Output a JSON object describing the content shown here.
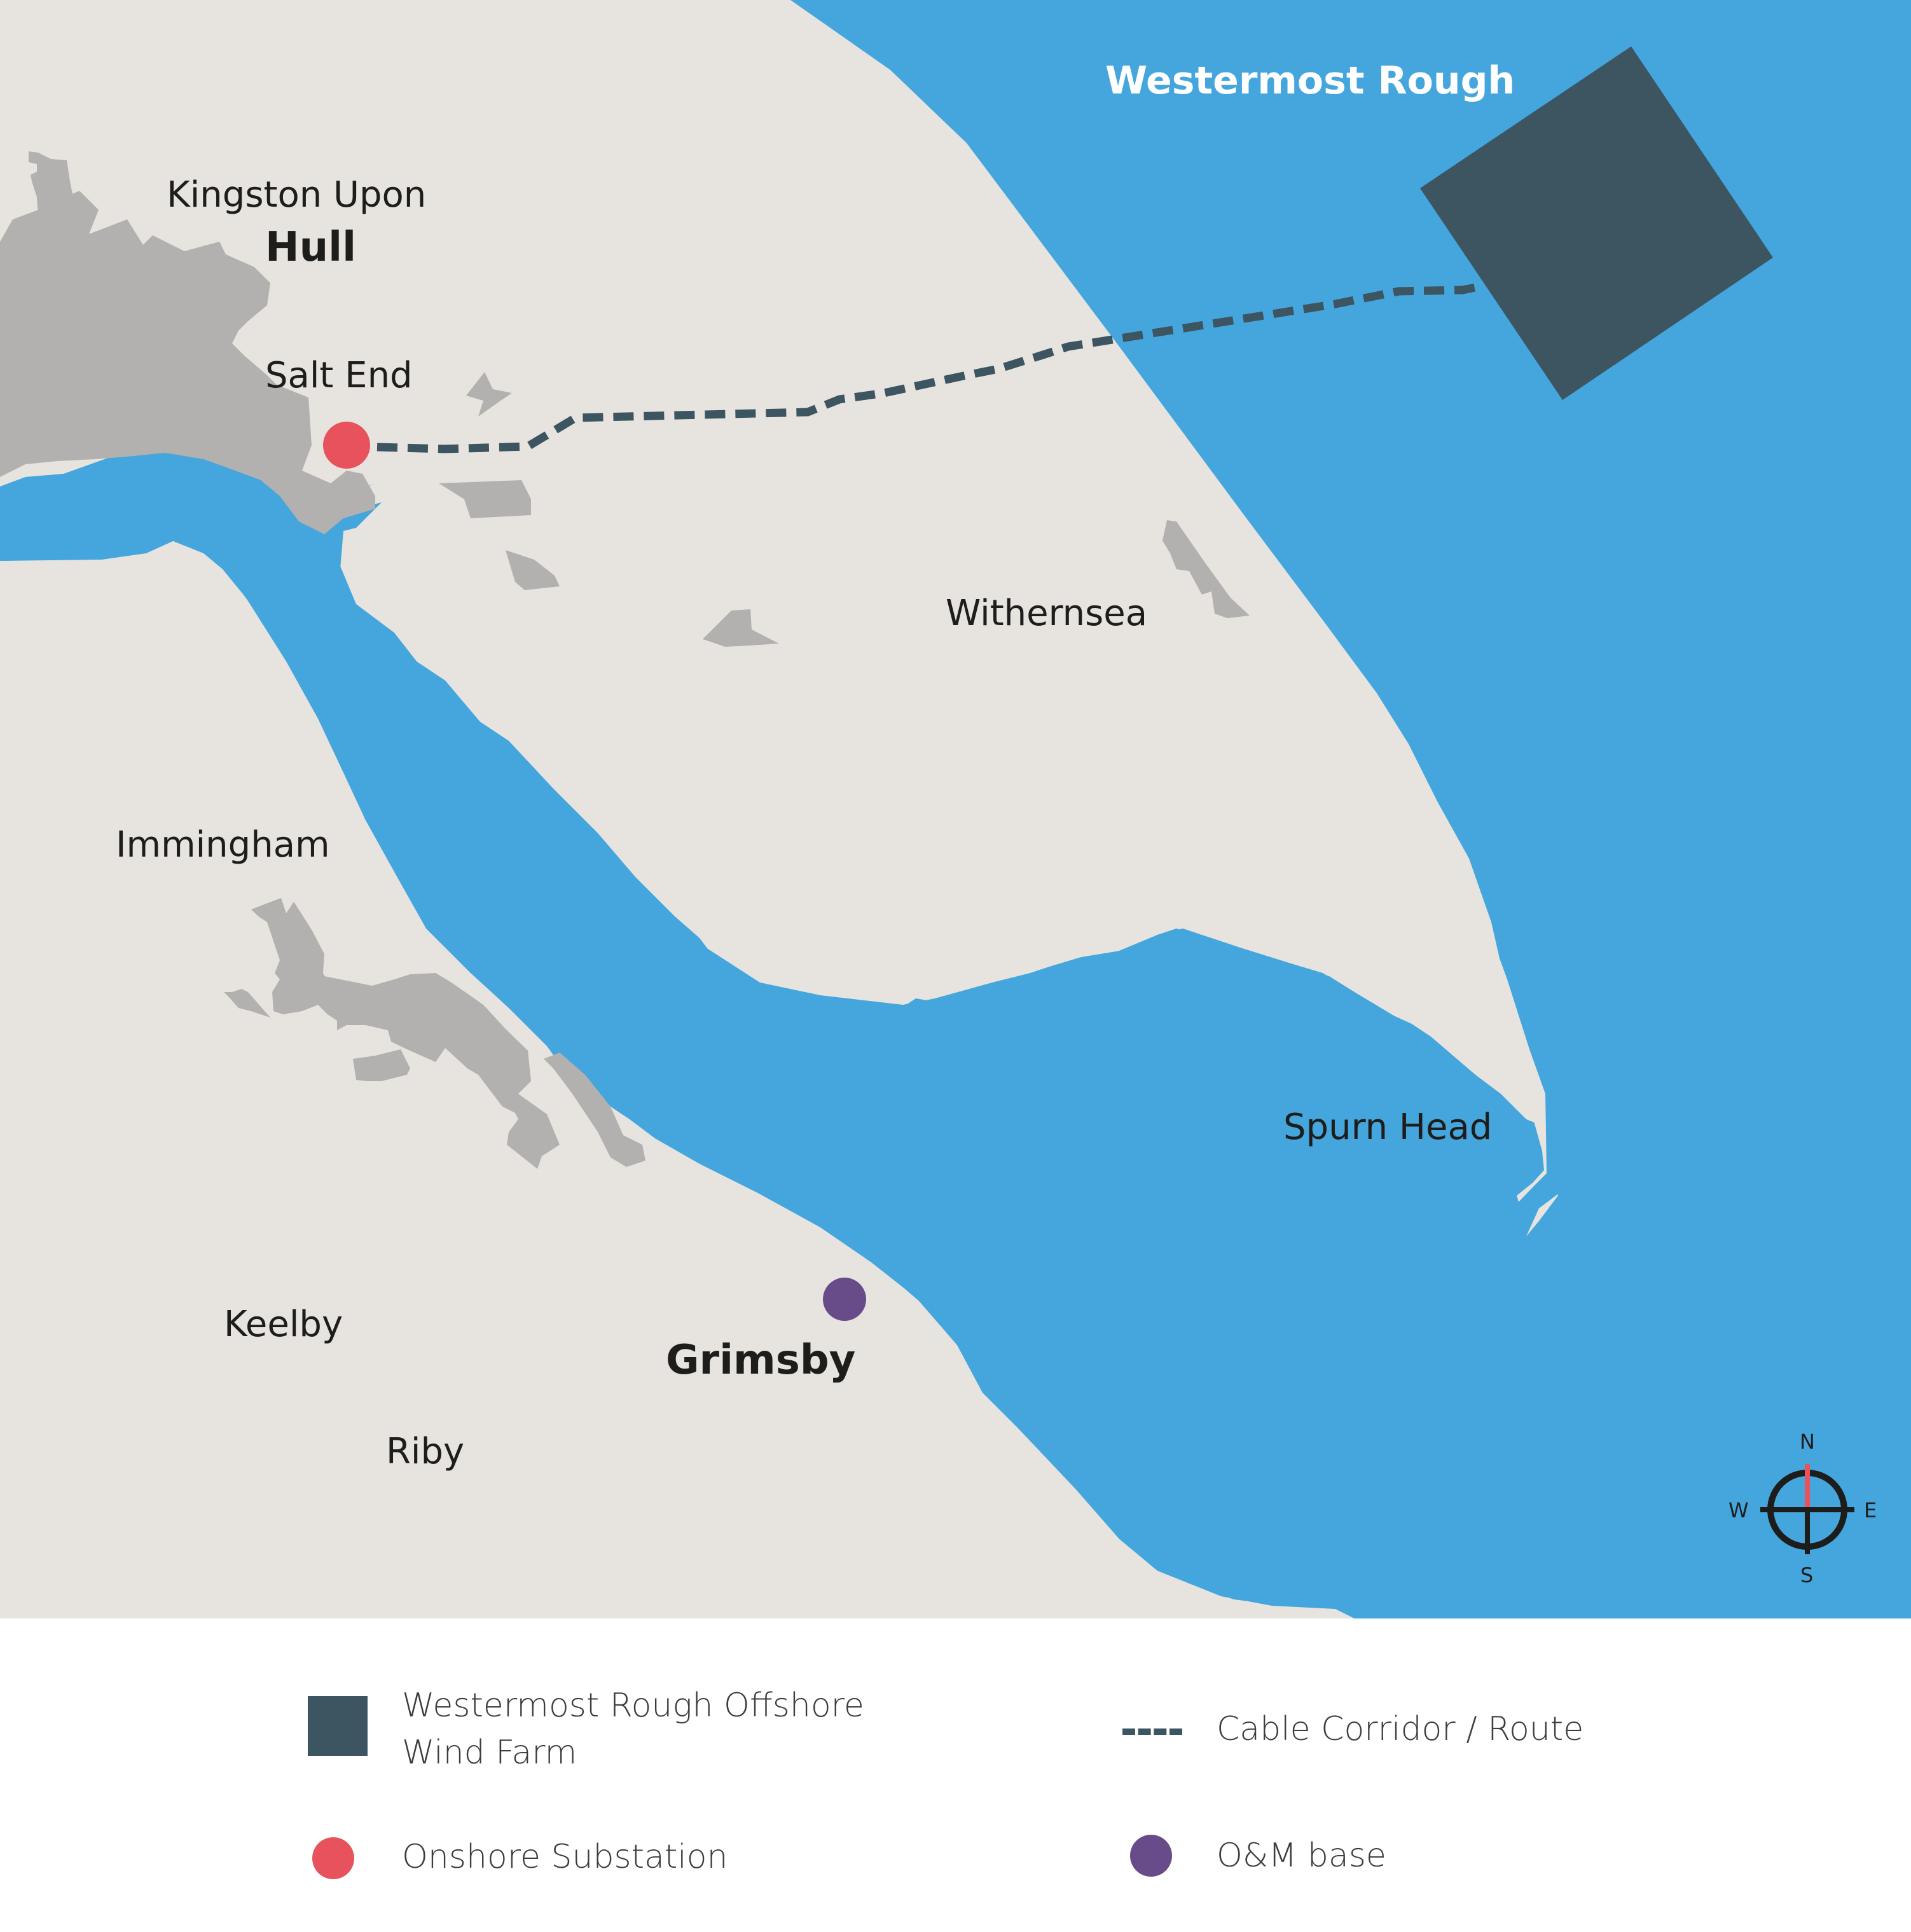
{
  "colors": {
    "land": "#e7e4df",
    "sea": "#45a6dd",
    "urban": "#b2b1af",
    "wind_farm": "#3d5461",
    "cable": "#3d5461",
    "substation": "#e8525c",
    "om_base": "#684b89",
    "text": "#1d1d1b",
    "compass_north": "#e8525c"
  },
  "map": {
    "sea_label": "Westermost Rough",
    "places": [
      {
        "name": "Kingston Upon",
        "style": "normal"
      },
      {
        "name": "Hull",
        "style": "bold"
      },
      {
        "name": "Salt End",
        "style": "normal"
      },
      {
        "name": "Withernsea",
        "style": "normal"
      },
      {
        "name": "Immingham",
        "style": "normal"
      },
      {
        "name": "Spurn Head",
        "style": "normal"
      },
      {
        "name": "Keelby",
        "style": "normal"
      },
      {
        "name": "Grimsby",
        "style": "bold"
      },
      {
        "name": "Riby",
        "style": "normal"
      }
    ],
    "markers": {
      "onshore_substation": "Onshore Substation",
      "om_base": "O&M base",
      "wind_farm": "Westermost Rough Offshore Wind Farm"
    },
    "compass": {
      "n": "N",
      "e": "E",
      "s": "S",
      "w": "W"
    }
  },
  "legend": {
    "items": [
      {
        "symbol": "square",
        "label_line1": "Westermost Rough Offshore",
        "label_line2": "Wind Farm"
      },
      {
        "symbol": "dashed-line",
        "label": "Cable Corridor / Route"
      },
      {
        "symbol": "red-dot",
        "label": "Onshore Substation"
      },
      {
        "symbol": "purple-dot",
        "label": "O&M base"
      }
    ]
  }
}
